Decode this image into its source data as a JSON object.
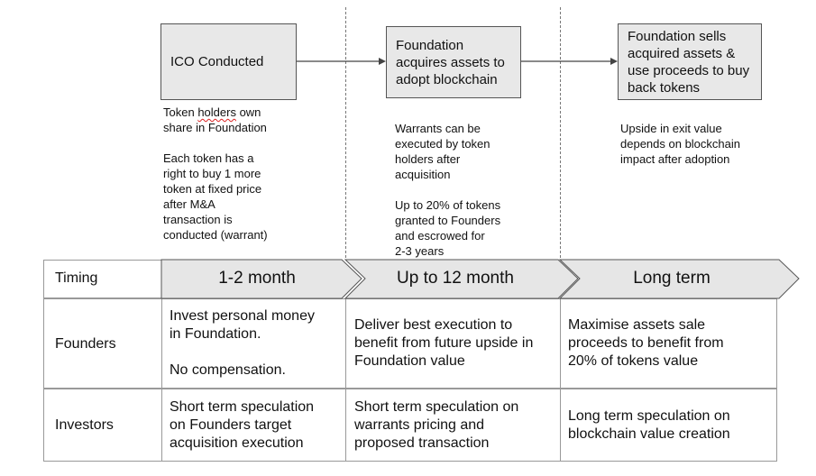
{
  "stages": [
    {
      "label": "ICO Conducted"
    },
    {
      "label": "Foundation\nacquires assets to\nadopt blockchain"
    },
    {
      "label": "Foundation sells\nacquired assets &\nuse proceeds to buy\nback tokens"
    }
  ],
  "notes": {
    "stage1_line1_prefix": "Token ",
    "stage1_line1_squiggle": "holders",
    "stage1_line1_suffix": " own",
    "stage1_rest": "share in Foundation\n\nEach token has a\nright to buy 1 more\ntoken at fixed price\nafter M&A\ntransaction is\nconducted (warrant)",
    "stage2": "Warrants can be\nexecuted by token\nholders after\nacquisition\n\nUp to 20% of tokens\ngranted to Founders\nand escrowed for\n2-3 years",
    "stage3": "Upside in exit value\ndepends on blockchain\nimpact after adoption"
  },
  "table": {
    "row_labels": {
      "timing": "Timing",
      "founders": "Founders",
      "investors": "Investors"
    },
    "timing": [
      "1-2 month",
      "Up to 12 month",
      "Long term"
    ],
    "founders": [
      "Invest personal money\nin Foundation.\n\nNo compensation.",
      "Deliver best execution to\nbenefit from future upside in\nFoundation value",
      "Maximise assets sale\nproceeds to benefit from\n20% of tokens value"
    ],
    "investors": [
      "Short term speculation\non Founders target\nacquisition execution",
      "Short term speculation on\nwarrants pricing and\nproposed transaction",
      "Long term speculation on\nblockchain value creation"
    ]
  },
  "colors": {
    "box_fill": "#e8e8e8",
    "chevron_fill": "#e6e6e6",
    "border": "#555555",
    "grid": "#999999"
  }
}
